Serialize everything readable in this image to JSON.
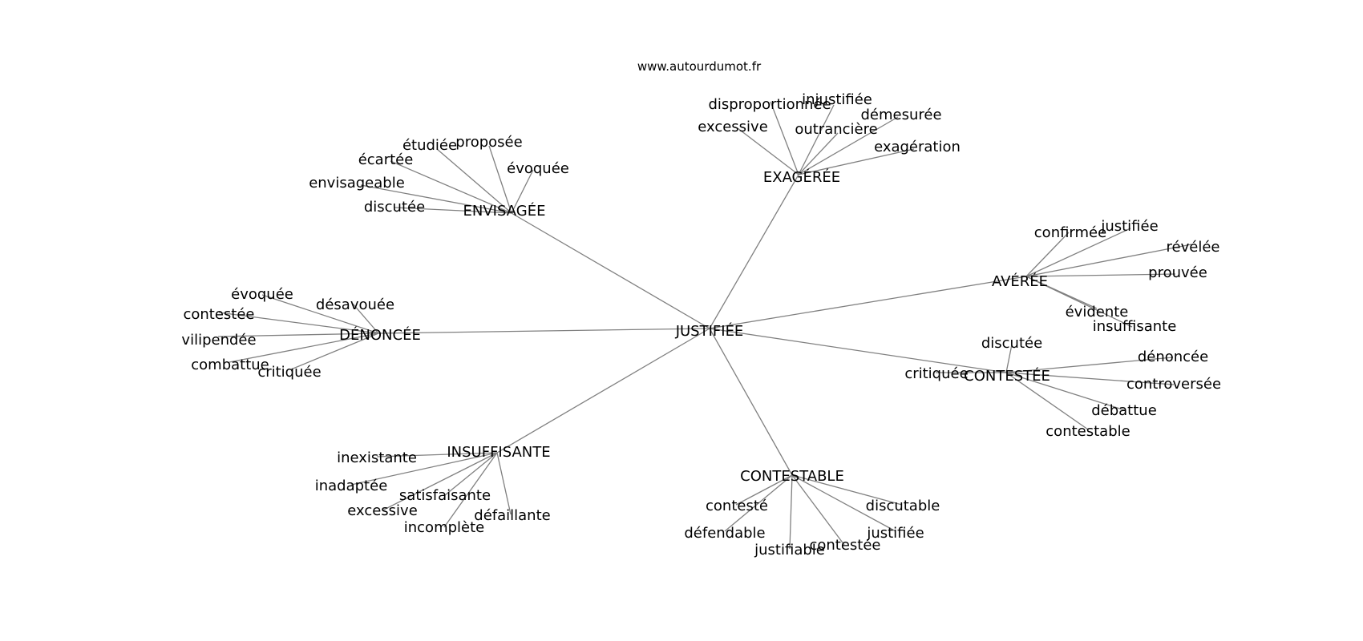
{
  "site_url": "www.autourdumot.fr",
  "colors": {
    "edge": "#808080",
    "text": "#000000",
    "background": "#ffffff"
  },
  "center": "JUSTIFIÉE",
  "groups": [
    {
      "label": "EXAGÉRÉE",
      "children": [
        "disproportionnée",
        "injustifiée",
        "démesurée",
        "excessive",
        "outrancière",
        "exagération"
      ]
    },
    {
      "label": "ENVISAGÉE",
      "children": [
        "étudiée",
        "proposée",
        "écartée",
        "évoquée",
        "envisageable",
        "discutée"
      ]
    },
    {
      "label": "AVÉRÉE",
      "children": [
        "justifiée",
        "confirmée",
        "révélée",
        "prouvée",
        "évidente",
        "insuffisante"
      ]
    },
    {
      "label": "DÉNONCÉE",
      "children": [
        "évoquée",
        "désavouée",
        "contestée",
        "vilipendée",
        "combattue",
        "critiquée"
      ]
    },
    {
      "label": "CONTESTÉE",
      "children": [
        "discutée",
        "dénoncée",
        "critiquée",
        "controversée",
        "débattue",
        "contestable"
      ]
    },
    {
      "label": "INSUFFISANTE",
      "children": [
        "inexistante",
        "inadaptée",
        "satisfaisante",
        "excessive",
        "défaillante",
        "incomplète"
      ]
    },
    {
      "label": "CONTESTABLE",
      "children": [
        "contesté",
        "discutable",
        "défendable",
        "justifiée",
        "justifiable",
        "contestée"
      ]
    }
  ]
}
